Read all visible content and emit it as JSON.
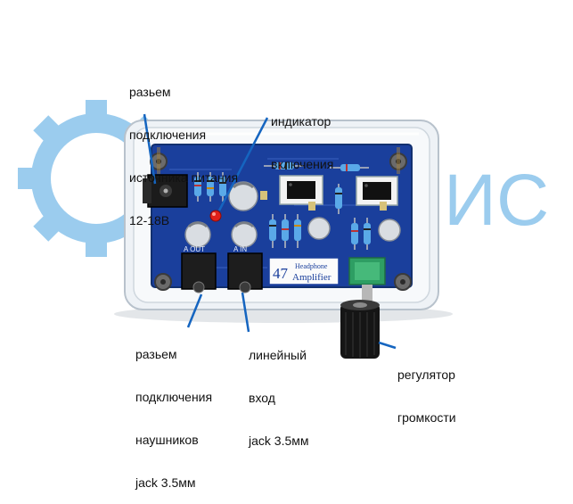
{
  "labels": {
    "power_connector": [
      "разьем",
      "подключения",
      "источника питания",
      "12-18В"
    ],
    "power_led": [
      "индикатор",
      "включения"
    ],
    "headphone_jack": [
      "разьем",
      "подключения",
      "наушников",
      "jack 3.5мм"
    ],
    "line_input": [
      "линейный",
      "вход",
      "jack 3.5мм"
    ],
    "volume_control": [
      "регулятор",
      "громкости"
    ]
  },
  "board": {
    "badge_number": "47",
    "title_top": "Headphone",
    "title_bottom": "Amplifier",
    "out_label": "A OUT",
    "in_label": "A IN"
  },
  "watermark": {
    "text": "ИС"
  },
  "colors": {
    "pcb": "#1a3f9c",
    "case": "#e8edf2",
    "watermark": "#4aa3e0",
    "annotation": "#111111",
    "pointer": "#1565c0"
  }
}
